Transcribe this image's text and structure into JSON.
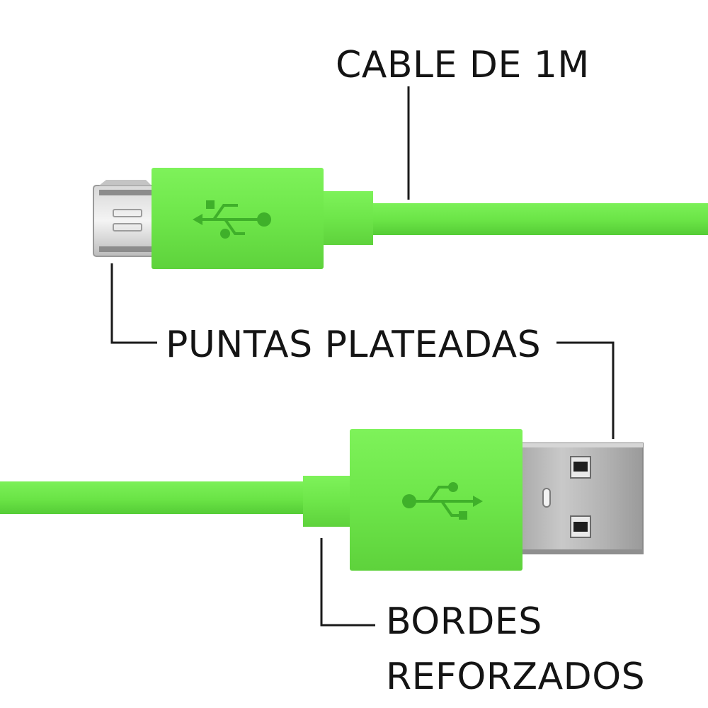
{
  "labels": {
    "cable_length": "CABLE DE 1M",
    "silver_tips": "PUNTAS PLATEADAS",
    "reinforced_edges_line1": "BORDES",
    "reinforced_edges_line2": "REFORZADOS"
  },
  "colors": {
    "background": "#ffffff",
    "cable_green": "#6ee64a",
    "connector_green": "#72ea4e",
    "green_shadow": "#4fc234",
    "usb_symbol": "#3fb02a",
    "metal_light": "#e6e6e6",
    "metal_mid": "#b9b9b9",
    "metal_dark": "#7a7a7a",
    "leader_line": "#1a1a1a",
    "text": "#141414"
  },
  "icons": [
    "usb-symbol-icon",
    "usb-symbol-icon"
  ]
}
